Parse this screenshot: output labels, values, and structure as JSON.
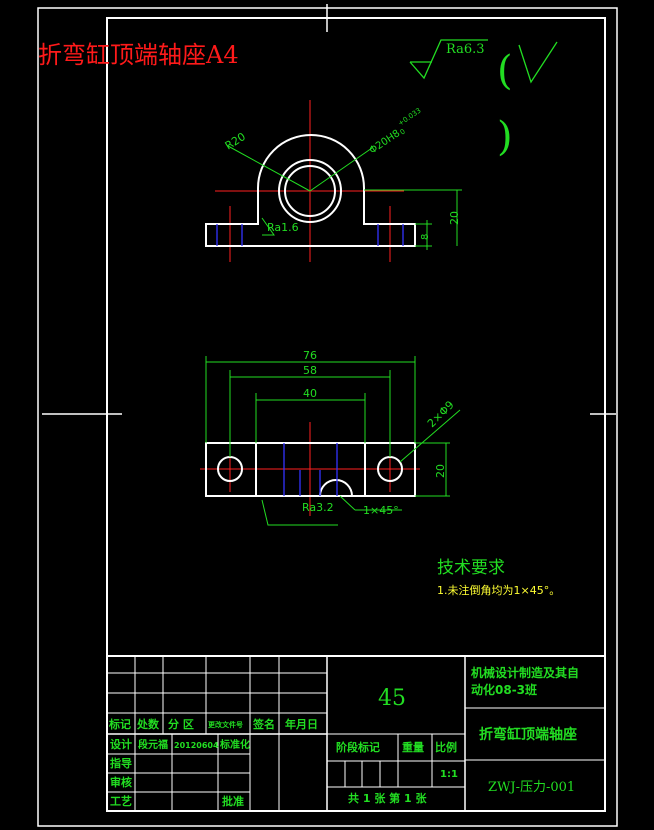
{
  "drawing": {
    "title": "折弯缸顶端轴座A4",
    "roughness_general": "Ra6.3",
    "dims_top": {
      "radius": "R20",
      "bore": "Φ20H8",
      "bore_tol": "+0.033",
      "bore_tol2": "0",
      "height": "20",
      "base_thickness": "8",
      "roughness": "Ra1.6"
    },
    "dims_bottom": {
      "width_total": "76",
      "hole_spacing": "58",
      "inner": "40",
      "holes": "2×Φ9",
      "height": "20",
      "roughness": "Ra3.2",
      "chamfer": "1×45°"
    },
    "tech_req": {
      "heading": "技术要求",
      "item1": "1.未注倒角均为1×45°。"
    }
  },
  "title_block": {
    "material": "45",
    "school": "机械设计制造及其自动化08-3班",
    "part_name": "折弯缸顶端轴座",
    "drawing_no": "ZWJ-压力-001",
    "labels": {
      "biaoji": "标记",
      "chushu": "处数",
      "fenqu": "分 区",
      "gengai": "更改文件号",
      "qianming": "签名",
      "nianyueri": "年月日",
      "sheji": "设计",
      "designer": "段元福",
      "date": "20120604",
      "biaozhunhua": "标准化",
      "zhidao": "指导",
      "shenhe": "审核",
      "gongyi": "工艺",
      "pizhun": "批准",
      "jieduan": "阶段标记",
      "zhongliang": "重量",
      "bili": "比例",
      "scale": "1:1",
      "sheets": "共 1 张  第 1 张"
    }
  }
}
